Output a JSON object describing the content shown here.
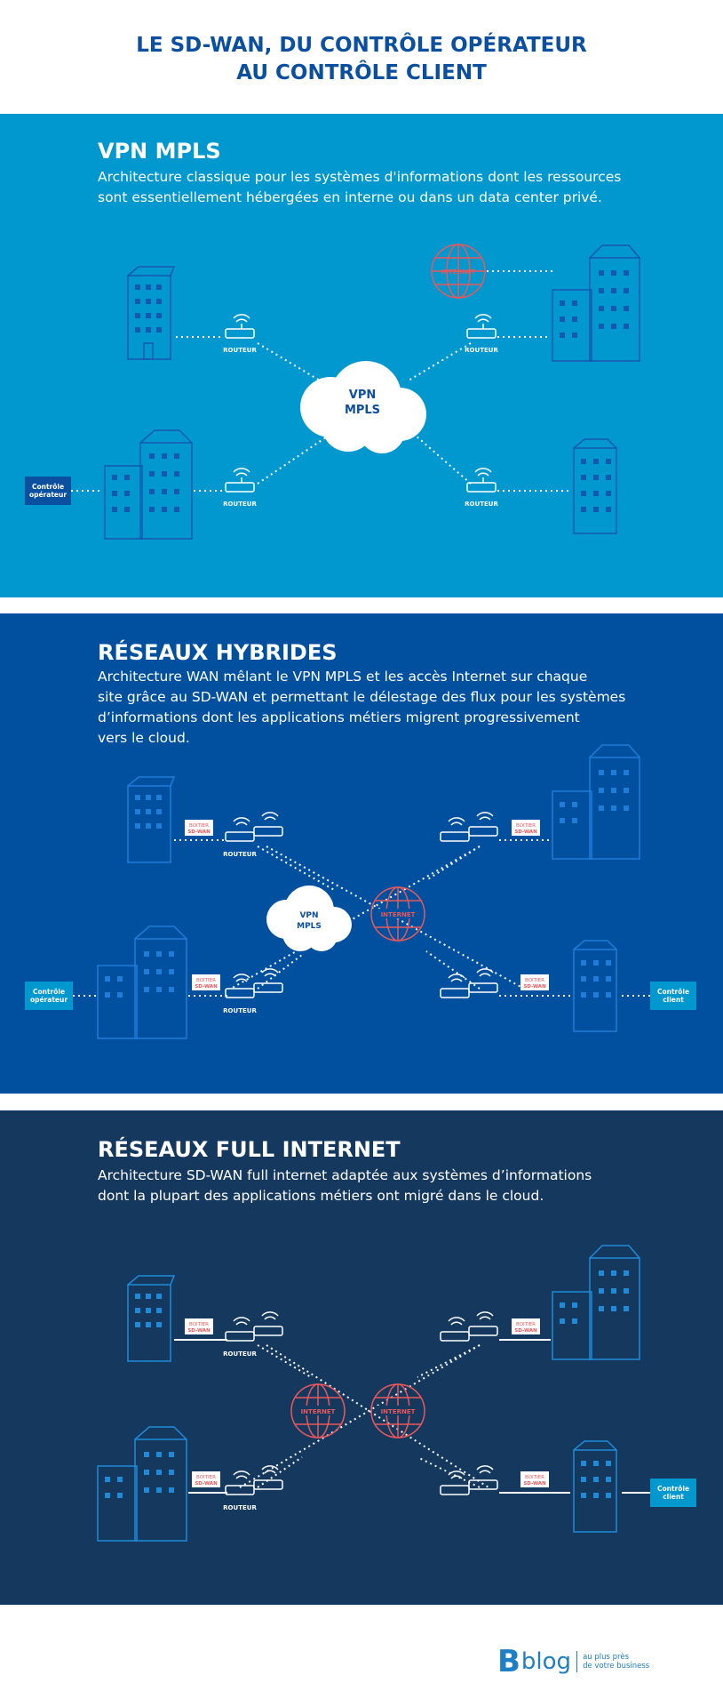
{
  "title_lines": [
    "LE SD-WAN, DU CONTRÔLE OPÉRATEUR",
    "AU CONTRÔLE CLIENT"
  ],
  "colors": {
    "light_blue": "#0098cf",
    "mid_blue": "#0050a0",
    "dark_navy": "#15385f",
    "internet_red": "#e8585a",
    "title_blue": "#0b4fa0"
  },
  "sections": [
    {
      "title": "VPN MPLS",
      "description_lines": [
        "Architecture classique pour les systèmes d'informations dont les ressources",
        "sont essentiellement hébergées en interne ou dans un data center privé."
      ],
      "cloud_lines": [
        "VPN",
        "MPLS"
      ],
      "internet_label": "INTERNET",
      "router_label": "ROUTEUR",
      "control_label_lines": [
        "Contrôle",
        "opérateur"
      ]
    },
    {
      "title": "RÉSEAUX HYBRIDES",
      "description_lines": [
        "Architecture WAN mêlant le VPN MPLS et les accès Internet sur chaque",
        "site grâce au SD-WAN et permettant le délestage des flux pour les systèmes",
        "d’informations dont les applications métiers migrent progressivement",
        "vers le cloud."
      ],
      "cloud_lines": [
        "VPN",
        "MPLS"
      ],
      "internet_label": "INTERNET",
      "router_label": "ROUTEUR",
      "sdwan_box_lines": [
        "BOITIER",
        "SD-WAN"
      ],
      "operator_label_lines": [
        "Contrôle",
        "opérateur"
      ],
      "client_label_lines": [
        "Contrôle",
        "client"
      ]
    },
    {
      "title": "RÉSEAUX FULL INTERNET",
      "description_lines": [
        "Architecture SD-WAN full internet adaptée aux systèmes d’informations",
        "dont la plupart des applications métiers ont migré dans le cloud."
      ],
      "internet_label": "INTERNET",
      "router_label": "ROUTEUR",
      "sdwan_box_lines": [
        "BOITIER",
        "SD-WAN"
      ],
      "client_label_lines": [
        "Contrôle",
        "client"
      ]
    }
  ],
  "footer": {
    "logo_b": "B",
    "logo_text": "blog",
    "tagline_lines": [
      "au plus près",
      "de votre business"
    ]
  }
}
